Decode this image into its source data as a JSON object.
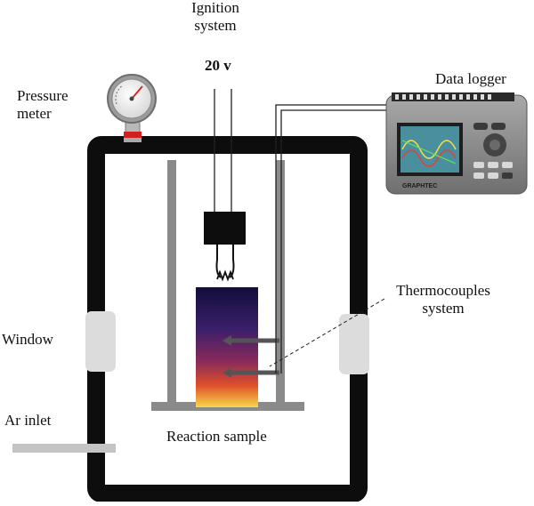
{
  "labels": {
    "ignition_line1": "Ignition",
    "ignition_line2": "system",
    "voltage": "20 v",
    "pressure_line1": "Pressure",
    "pressure_line2": "meter",
    "data_logger": "Data logger",
    "thermo_line1": "Thermocouples",
    "thermo_line2": "system",
    "window": "Window",
    "ar_inlet": "Ar inlet",
    "reaction_sample": "Reaction sample",
    "logger_brand": "GRAPHTEC"
  },
  "colors": {
    "chamber_wall": "#0d0d0d",
    "stand": "#8a8a8a",
    "window": "#dcdcdc",
    "sample_top": "#1a1446",
    "sample_mid": "#7a1f5c",
    "sample_bottom": "#f7d046",
    "logger_body": "#8c8c8c",
    "logger_screen": "#4a8f9e"
  }
}
